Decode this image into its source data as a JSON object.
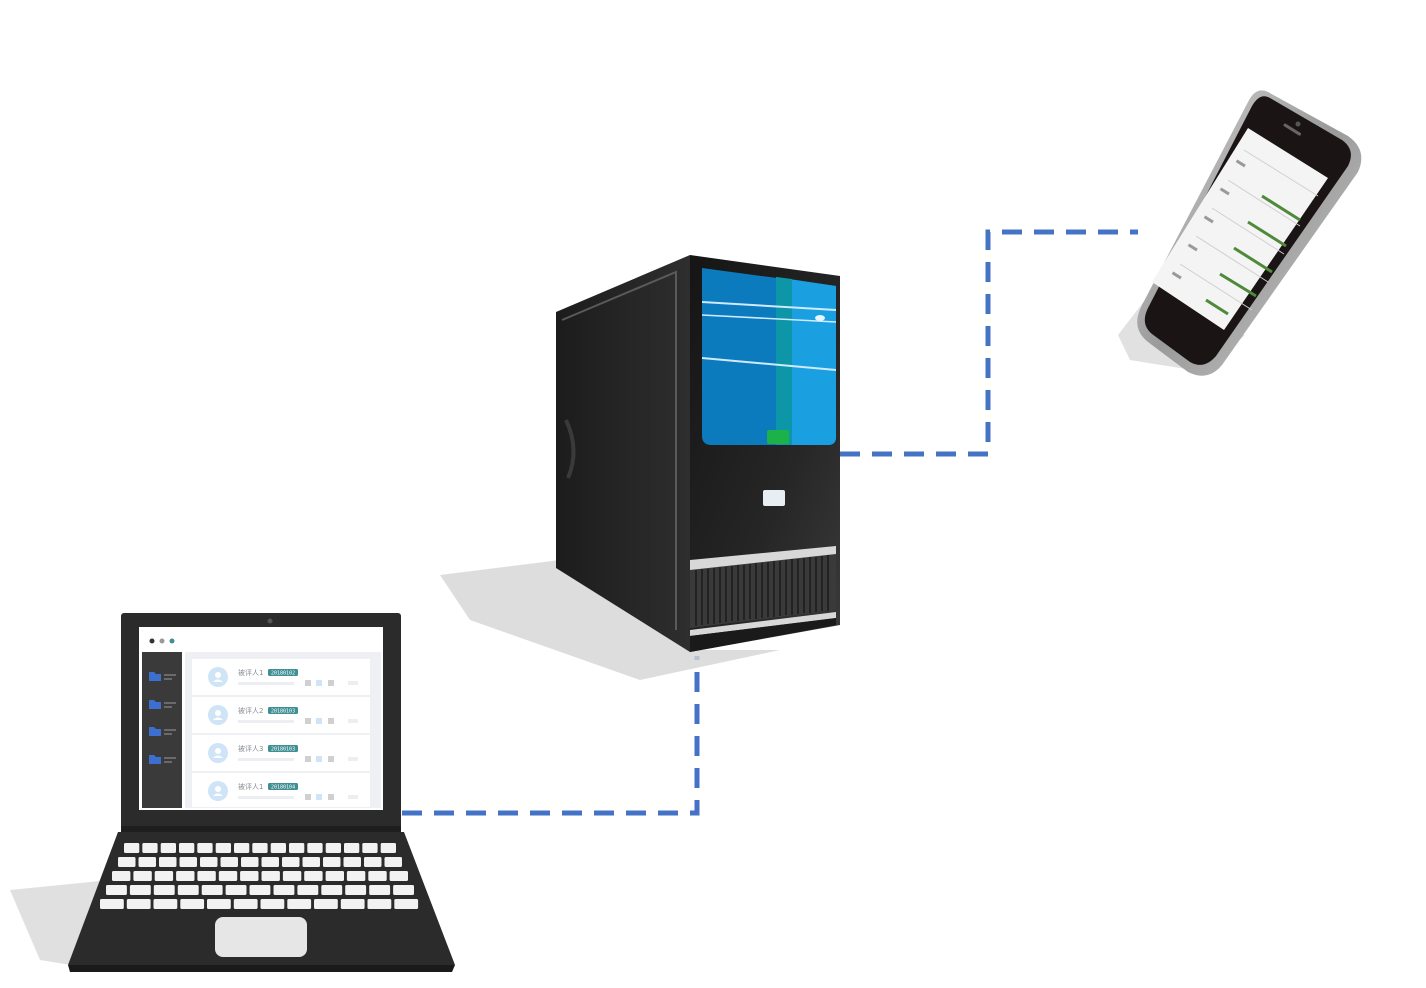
{
  "colors": {
    "connector": "#4472c4",
    "device_body": "#222222",
    "tower_panel": "#0b7bbd",
    "tower_panel_light": "#1aa0e0",
    "tower_led": "#1bb24a",
    "badge": "#3f8f95",
    "avatar": "#cfe4f7",
    "folder": "#3d6fd1",
    "phone_bar": "#4f8a3a"
  },
  "icons": {
    "laptop": "laptop-icon",
    "tower": "desktop-tower-icon",
    "phone": "smartphone-icon",
    "folder": "folder-icon",
    "avatar": "user-avatar-icon"
  },
  "laptop_screen": {
    "rows": [
      {
        "name": "被评人1",
        "code": "20180102"
      },
      {
        "name": "被评人2",
        "code": "20180103"
      },
      {
        "name": "被评人3",
        "code": "20180103"
      },
      {
        "name": "被评人1",
        "code": "20180104"
      }
    ]
  }
}
